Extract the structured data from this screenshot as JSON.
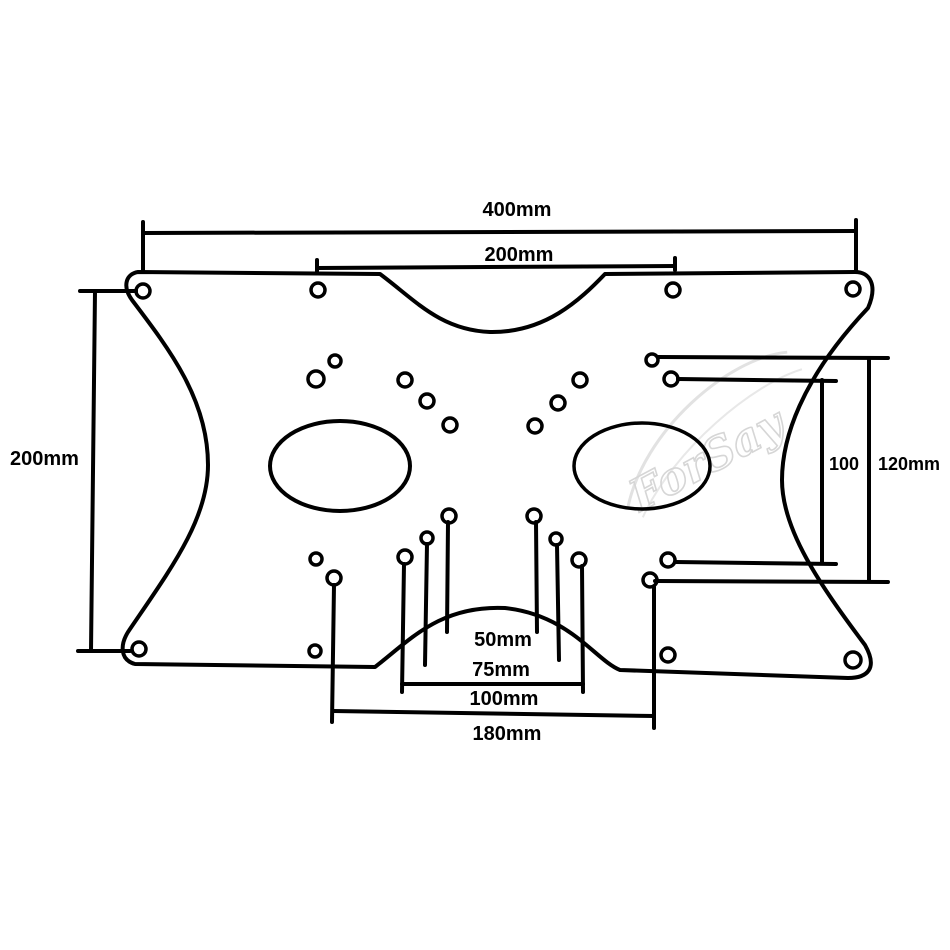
{
  "dimensions": {
    "top_total": "400mm",
    "top_inner": "200mm",
    "left_height": "200mm",
    "right_inner": "100",
    "right_outer": "120mm",
    "bottom_50": "50mm",
    "bottom_75": "75mm",
    "bottom_100": "100mm",
    "bottom_180": "180mm"
  },
  "watermark": {
    "text": "ForSay",
    "color": "#dcdcdc"
  },
  "colors": {
    "line": "#000000",
    "background": "#ffffff"
  }
}
